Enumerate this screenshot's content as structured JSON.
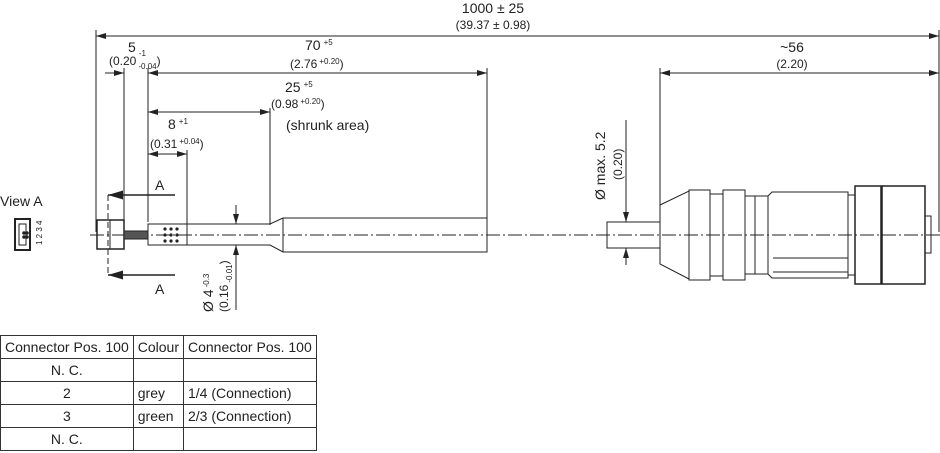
{
  "dimensions": {
    "total": {
      "main": "1000 ± 25",
      "inch": "(39.37 ± 0.98)"
    },
    "d70": {
      "main": "70",
      "tol": "+5",
      "inch": "(2.76",
      "inch_tol": "+0.20",
      "close": ")"
    },
    "d5": {
      "main": "5",
      "tol": "-1",
      "inch": "(0.20",
      "inch_tol": "-0.04",
      "close": ")"
    },
    "d25": {
      "main": "25",
      "tol": "+5",
      "inch": "(0.98",
      "inch_tol": "+0.20",
      "close": ")",
      "note": "(shrunk area)"
    },
    "d8": {
      "main": "8",
      "tol": "+1",
      "inch": "(0.31",
      "inch_tol": "+0.04",
      "close": ")"
    },
    "d56": {
      "main": "~56",
      "inch": "(2.20)"
    },
    "dia4": {
      "main": "Ø 4",
      "tol": "-0.3",
      "inch": "(0.16",
      "inch_tol": "-0.01",
      "close": ")"
    },
    "dia52": {
      "main": "Ø max. 5.2",
      "inch": "(0.20)"
    }
  },
  "view": {
    "label": "View A",
    "section": "A",
    "pins": "1 2 3 4"
  },
  "table": {
    "headers": [
      "Connector  Pos. 100",
      "Colour",
      "Connector  Pos. 100"
    ],
    "rows": [
      [
        "N. C.",
        "",
        ""
      ],
      [
        "2",
        "grey",
        "1/4 (Connection)"
      ],
      [
        "3",
        "green",
        "2/3 (Connection)"
      ],
      [
        "N. C.",
        "",
        ""
      ]
    ]
  }
}
